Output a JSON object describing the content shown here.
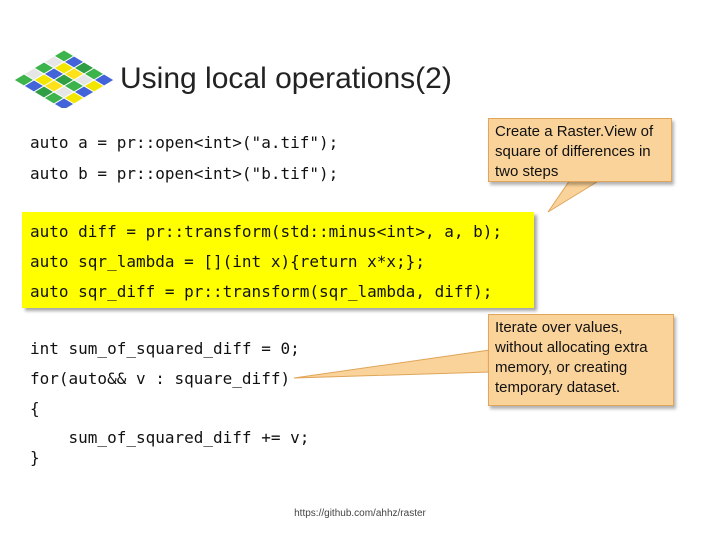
{
  "slide": {
    "title": "Using local operations(2)",
    "code_top": [
      "auto a = pr::open<int>(\"a.tif\");",
      "auto b = pr::open<int>(\"b.tif\");"
    ],
    "code_highlight": [
      "auto diff = pr::transform(std::minus<int>, a, b);",
      "auto sqr_lambda = [](int x){return x*x;};",
      "auto sqr_diff = pr::transform(sqr_lambda, diff);"
    ],
    "code_bottom": [
      "int sum_of_squared_diff = 0;",
      "for(auto&& v : square_diff)",
      "{",
      "    sum_of_squared_diff += v;",
      "}"
    ],
    "callout_1": "Create a Raster.View of square of differences in two steps",
    "callout_2": "Iterate over values, without allocating extra memory, or creating temporary dataset.",
    "footer": "https://github.com/ahhz/raster"
  },
  "colors": {
    "highlight": "#ffff00",
    "callout_fill": "#fad39a",
    "logo_cells": [
      "#3cb44b",
      "#ffe119",
      "#4363d8",
      "#e6e6e6",
      "#2f9e44",
      "#f2e600"
    ]
  }
}
